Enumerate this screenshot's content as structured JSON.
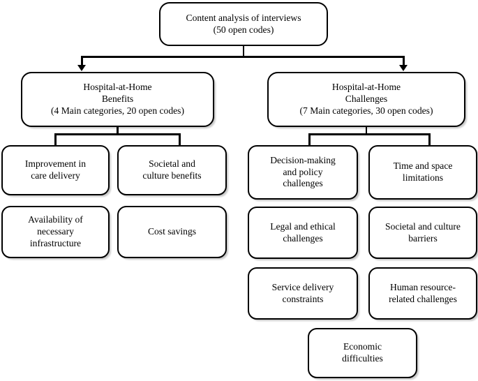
{
  "diagram": {
    "title": "Content analysis of interviews thematic structure",
    "colors": {
      "stroke": "#000000",
      "fill": "#ffffff",
      "text": "#000000"
    },
    "root": {
      "label": "Content analysis of interviews\n(50 open codes)"
    },
    "branches": [
      {
        "id": "benefits",
        "label": "Hospital-at-Home\nBenefits\n(4 Main categories, 20 open codes)",
        "leaves": [
          {
            "label": "Improvement in\ncare delivery"
          },
          {
            "label": "Societal and\nculture benefits"
          },
          {
            "label": "Availability of\nnecessary\ninfrastructure"
          },
          {
            "label": "Cost savings"
          }
        ]
      },
      {
        "id": "challenges",
        "label": "Hospital-at-Home\nChallenges\n(7 Main categories, 30 open codes)",
        "leaves": [
          {
            "label": "Decision-making\nand policy\nchallenges"
          },
          {
            "label": "Time and space\nlimitations"
          },
          {
            "label": "Legal and ethical\nchallenges"
          },
          {
            "label": "Societal and culture\nbarriers"
          },
          {
            "label": "Service delivery\nconstraints"
          },
          {
            "label": "Human resource-\nrelated challenges"
          },
          {
            "label": "Economic\ndifficulties"
          }
        ]
      }
    ]
  }
}
